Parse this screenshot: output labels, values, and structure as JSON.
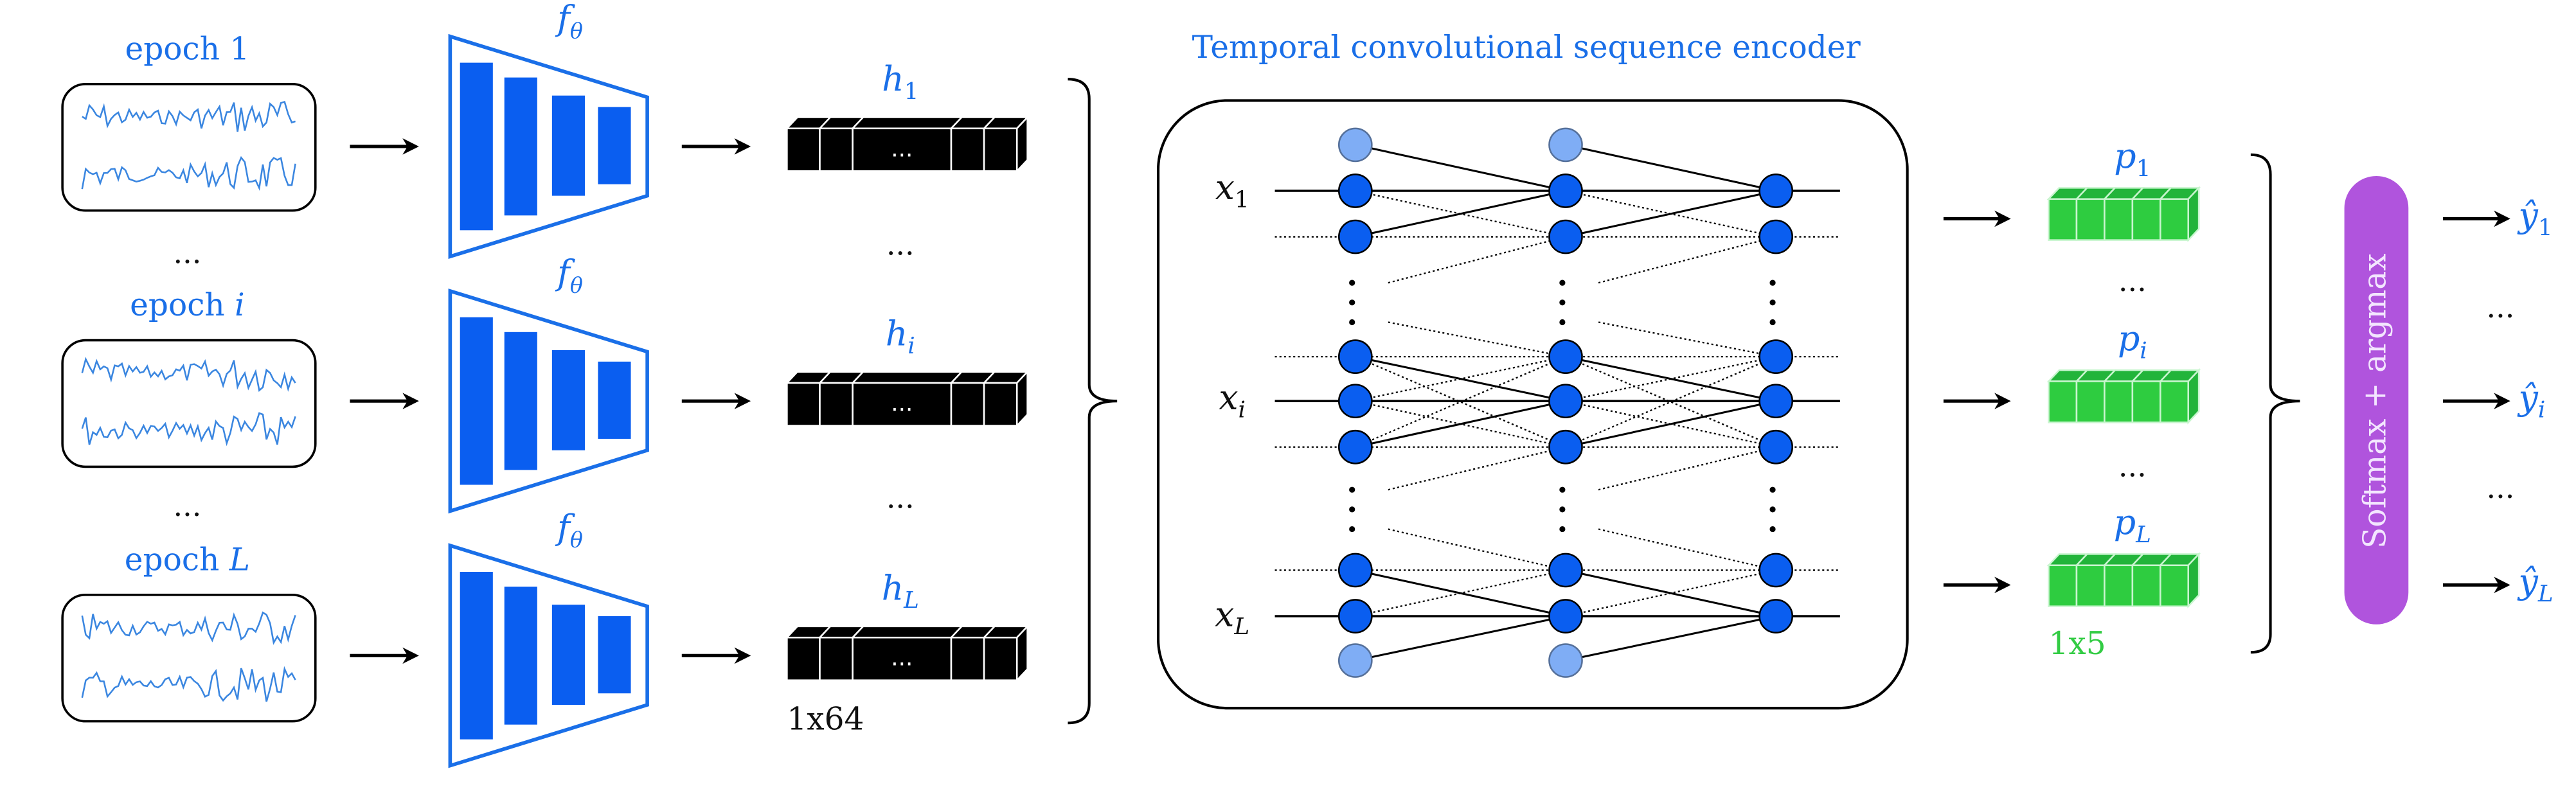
{
  "colors": {
    "accent_blue": "#1a6fe8",
    "node_blue": "#0a5ef0",
    "node_light_blue": "#7fadf5",
    "vector_black": "#000000",
    "vector_green": "#2ecc40",
    "softmax_purple": "#b054dd",
    "signal_blue": "#3a86e0"
  },
  "inputs": [
    {
      "label": "epoch",
      "index": "1"
    },
    {
      "label": "epoch",
      "index": "i"
    },
    {
      "label": "epoch",
      "index": "L"
    }
  ],
  "ellipsis": "...",
  "encoder_label": {
    "base": "f",
    "sub": "θ"
  },
  "embeddings": [
    {
      "base": "h",
      "sub": "1"
    },
    {
      "base": "h",
      "sub": "i"
    },
    {
      "base": "h",
      "sub": "L"
    }
  ],
  "embedding_dim": "1x64",
  "sequence_encoder": {
    "title": "Temporal convolutional sequence encoder",
    "inputs": [
      {
        "base": "x",
        "sub": "1"
      },
      {
        "base": "x",
        "sub": "i"
      },
      {
        "base": "x",
        "sub": "L"
      }
    ]
  },
  "probabilities": [
    {
      "base": "p",
      "sub": "1"
    },
    {
      "base": "p",
      "sub": "i"
    },
    {
      "base": "p",
      "sub": "L"
    }
  ],
  "probability_dim": "1x5",
  "classifier_label": "Softmax + argmax",
  "predictions": [
    {
      "base": "ŷ",
      "sub": "1"
    },
    {
      "base": "ŷ",
      "sub": "i"
    },
    {
      "base": "ŷ",
      "sub": "L"
    }
  ]
}
